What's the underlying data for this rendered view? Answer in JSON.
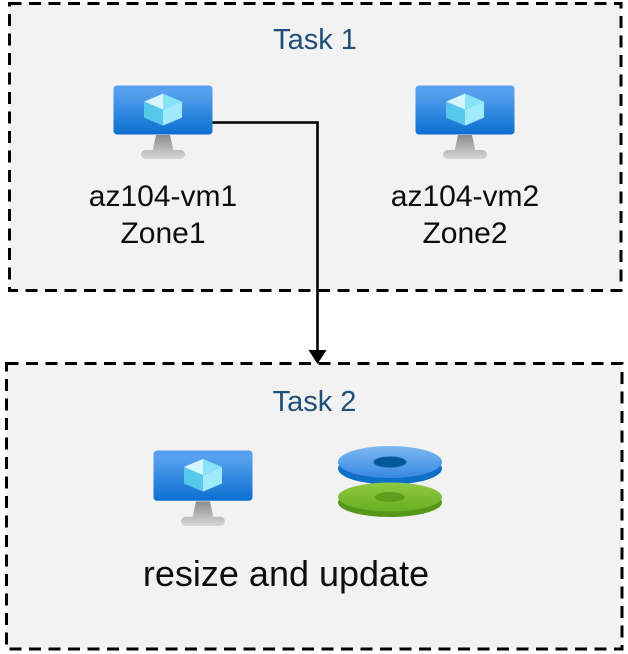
{
  "diagram": {
    "task1": {
      "title": "Task 1",
      "vms": [
        {
          "name": "az104-vm1",
          "zone": "Zone1",
          "icon": "virtual-machine-icon"
        },
        {
          "name": "az104-vm2",
          "zone": "Zone2",
          "icon": "virtual-machine-icon"
        }
      ]
    },
    "task2": {
      "title": "Task 2",
      "icons": [
        "virtual-machine-icon",
        "managed-disks-icon"
      ],
      "caption": "resize and update"
    },
    "arrow": {
      "from": "az104-vm1",
      "to": "Task 2"
    }
  },
  "colors": {
    "box_background": "#f2f2f2",
    "box_border": "#000000",
    "title_text": "#1f4e79",
    "label_text": "#0d0d0d",
    "vm_screen_top": "#5ea0ef",
    "vm_screen_bottom": "#0078d4",
    "disk_blue_top": "#3d8ee5",
    "disk_blue_rim": "#0e6fc6",
    "disk_blue_hole": "#04599b",
    "disk_green_top": "#74b52a",
    "disk_green_rim": "#569619"
  }
}
